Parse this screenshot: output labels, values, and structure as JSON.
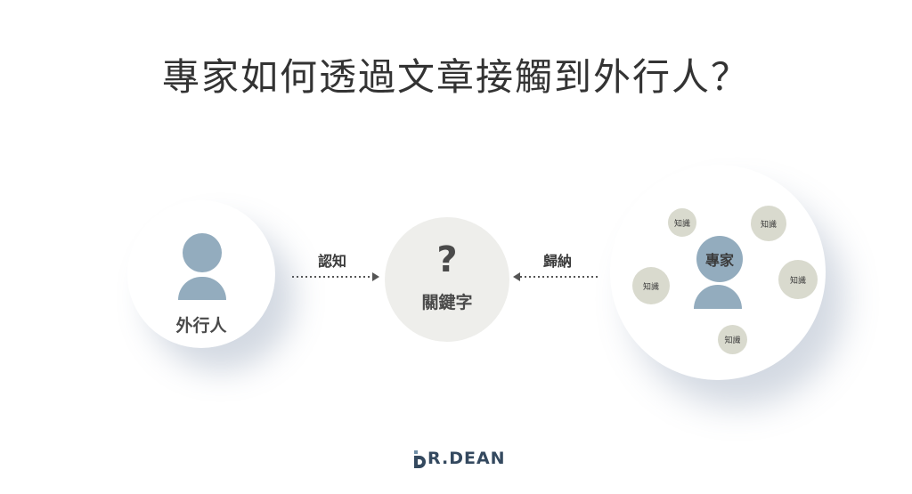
{
  "title": "專家如何透過文章接觸到外行人？",
  "left": {
    "label": "外行人"
  },
  "arrow_left": {
    "label": "認知"
  },
  "middle": {
    "symbol": "?",
    "label": "關鍵字"
  },
  "arrow_right": {
    "label": "歸納"
  },
  "right": {
    "label": "專家",
    "knowledge_nodes": [
      "知識",
      "知識",
      "知識",
      "知識",
      "知識"
    ]
  },
  "logo": {
    "text": "R.DEAN"
  },
  "colors": {
    "person": "#93acbe",
    "node": "#d9dace",
    "center": "#eeeeeb",
    "text": "#333333",
    "logo": "#34495f"
  }
}
